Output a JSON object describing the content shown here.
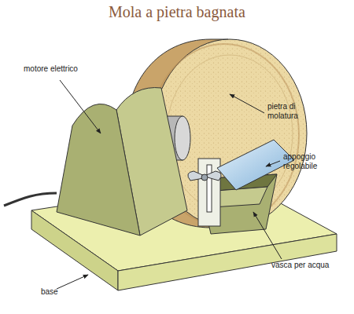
{
  "diagram": {
    "title": "Mola a pietra bagnata",
    "labels": [
      "motore elettrico",
      "pietra di molatura",
      "appoggio regolabile",
      "vasca per acqua",
      "base"
    ]
  }
}
